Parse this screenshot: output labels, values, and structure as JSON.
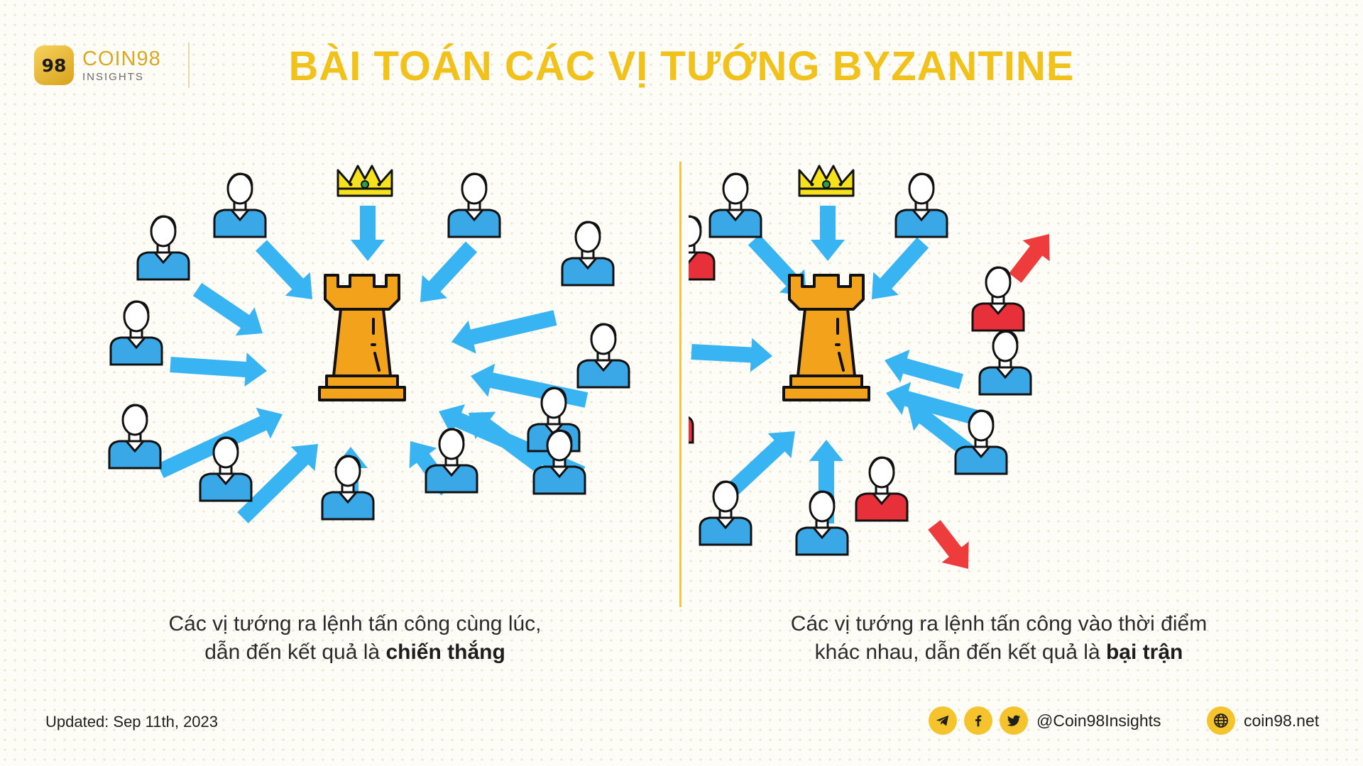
{
  "logo": {
    "badge": "98",
    "name": "COIN98",
    "subtitle": "INSIGHTS"
  },
  "title": "BÀI TOÁN CÁC VỊ TƯỚNG BYZANTINE",
  "left_panel": {
    "caption_line1": "Các vị tướng ra lệnh tấn công cùng lúc,",
    "caption_line2_prefix": "dẫn đến kết quả là ",
    "caption_line2_bold": "chiến thắng"
  },
  "right_panel": {
    "caption_line1": "Các vị tướng ra lệnh tấn công vào thời điểm",
    "caption_line2_prefix": "khác nhau, dẫn đến kết quả là ",
    "caption_line2_bold": "bại trận"
  },
  "footer": {
    "updated": "Updated: Sep 11th, 2023",
    "social_handle": "@Coin98Insights",
    "website": "coin98.net",
    "icons": [
      "telegram-icon",
      "facebook-icon",
      "twitter-icon",
      "globe-icon"
    ]
  },
  "colors": {
    "title": "#f0c21b",
    "loyal_general": "#3aa8e6",
    "traitor_general": "#e8303a",
    "arrow_attack": "#39b4f2",
    "arrow_retreat": "#ee3b3b",
    "rook": "#f3a21c",
    "crown": "#f6e21c"
  }
}
